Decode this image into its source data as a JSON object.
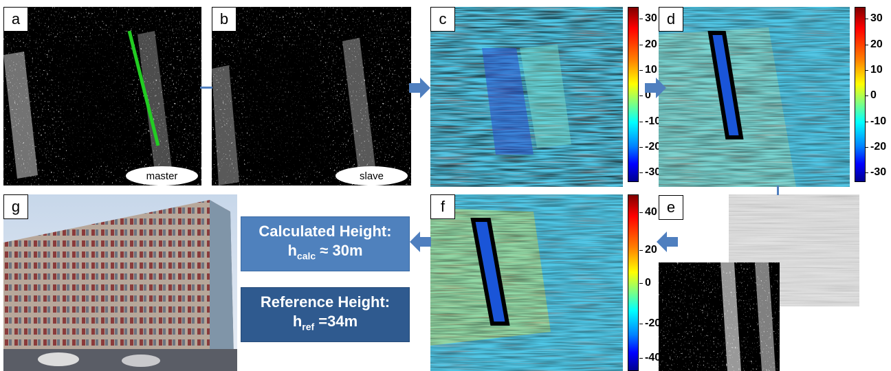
{
  "panels": {
    "a": {
      "label": "a",
      "tag": "master"
    },
    "b": {
      "label": "b",
      "tag": "slave"
    },
    "c": {
      "label": "c"
    },
    "d": {
      "label": "d"
    },
    "e": {
      "label": "e"
    },
    "f": {
      "label": "f"
    },
    "g": {
      "label": "g"
    }
  },
  "colorbars": {
    "cd": {
      "ticks": [
        "30",
        "20",
        "10",
        "0",
        "-10",
        "-20",
        "-30"
      ]
    },
    "f": {
      "ticks": [
        "40",
        "20",
        "0",
        "-20",
        "-40"
      ]
    }
  },
  "calculated": {
    "title": "Calculated Height:",
    "symbol": "h",
    "sub": "calc",
    "value": "≈ 30m"
  },
  "reference": {
    "title": "Reference Height:",
    "symbol": "h",
    "sub": "ref",
    "value": "=34m"
  },
  "colors": {
    "calc_box": "#4f81bd",
    "ref_box": "#2f5a8f",
    "arrow": "#4f7fbf",
    "band_line": "#22cc22"
  }
}
